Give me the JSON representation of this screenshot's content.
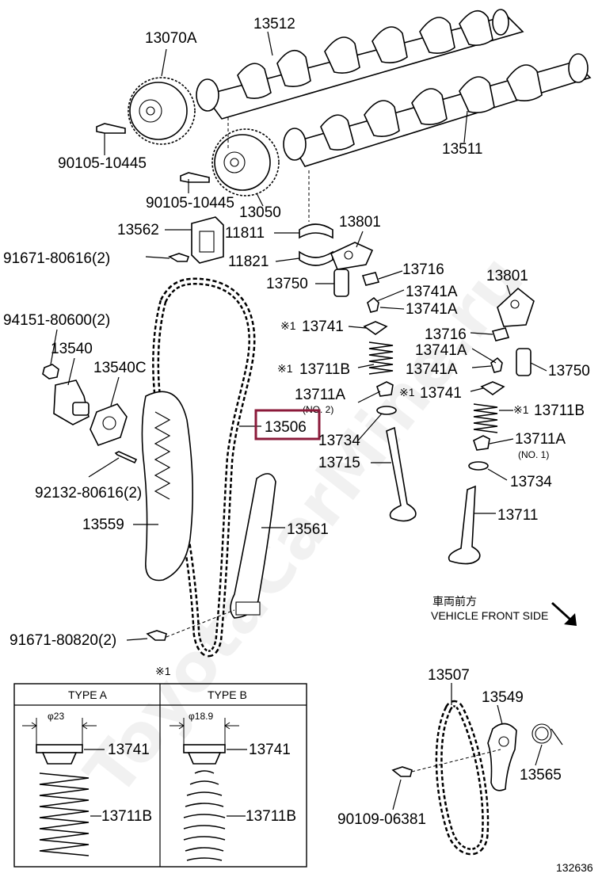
{
  "diagram": {
    "part_numbers": {
      "camshaft_timing_gear_exhaust": "13070A",
      "camshaft_intake": "13512",
      "camshaft_exhaust": "13511",
      "camshaft_timing_gear_intake": "13050",
      "bolt_gear_1": "90105-10445",
      "bolt_gear_2": "90105-10445",
      "cam_bearing_upper": "11811",
      "cam_bearing_lower": "11821",
      "chain_guide_bracket": "13562",
      "bolt_bracket": "91671-80616(2)",
      "rocker_arm_intake": "13801",
      "rocker_arm_exhaust": "13801",
      "lash_adjuster_intake": "13750",
      "lash_adjuster_exhaust": "13750",
      "lash_pad_intake": "13716",
      "lash_pad_exhaust": "13716",
      "valve_keeper_1": "13741A",
      "valve_keeper_2": "13741A",
      "valve_keeper_3": "13741A",
      "valve_keeper_4": "13741A",
      "spring_retainer_intake": "13741",
      "spring_retainer_exhaust": "13741",
      "valve_spring_intake": "13711B",
      "valve_spring_exhaust": "13711B",
      "stem_seal_no2": "13711A",
      "stem_seal_no2_note": "(NO. 2)",
      "stem_seal_no1": "13711A",
      "stem_seal_no1_note": "(NO. 1)",
      "spring_seat_intake": "13734",
      "spring_seat_exhaust": "13734",
      "valve_exhaust": "13715",
      "valve_intake": "13711",
      "nut_tensioner": "94151-80600(2)",
      "chain_tensioner": "13540",
      "tensioner_gasket": "13540C",
      "stud_tensioner": "92132-80616(2)",
      "chain_slipper": "13559",
      "chain_vibration_damper": "13561",
      "bolt_damper": "91671-80820(2)",
      "timing_chain_highlighted": "13506",
      "oil_pump_chain": "13507",
      "chain_tensioner_plate": "13549",
      "tensioner_spring": "13565",
      "bolt_tensioner_plate": "90109-06381"
    },
    "notes": {
      "ref_mark": "※1",
      "ref_mark_short": "※1",
      "vehicle_front_jp": "車両前方",
      "vehicle_front_en": "VEHICLE FRONT SIDE",
      "diagram_code": "132636"
    },
    "inset": {
      "type_a_title": "TYPE A",
      "type_b_title": "TYPE B",
      "type_a_diameter": "φ23",
      "type_b_diameter": "φ18.9",
      "type_a_retainer": "13741",
      "type_b_retainer": "13741",
      "type_a_spring": "13711B",
      "type_b_spring": "13711B"
    },
    "highlight_color": "#8b1a3a",
    "watermark": "ToyotaCarMine.ru"
  }
}
